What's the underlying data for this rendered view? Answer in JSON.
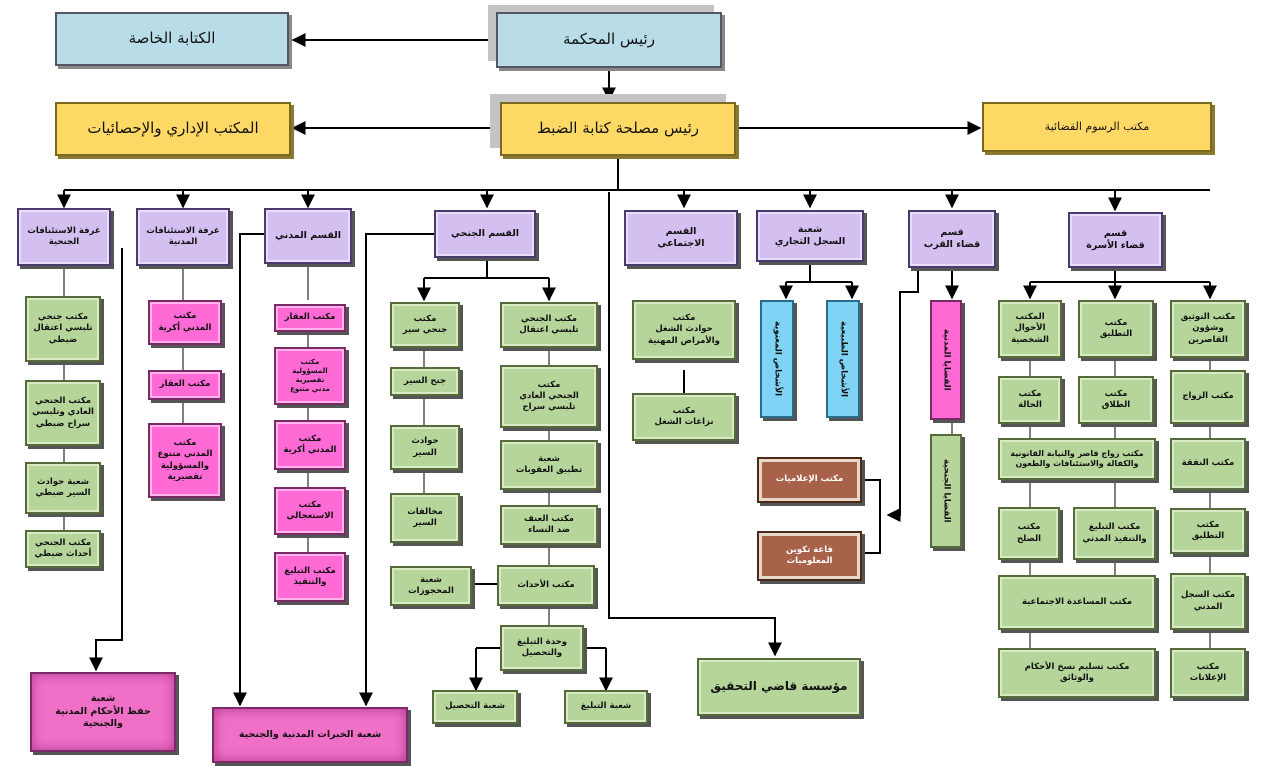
{
  "top": {
    "president": "رئيس المحكمة",
    "private_office": "الكتابة الخاصة",
    "registry_head": "رئيس مصلحة كتابة الضبط",
    "admin_office": "المكتب الإداري والإحصائيات",
    "fees_office": "مكتب الرسوم القضائية"
  },
  "family": {
    "title": "قسم\nقضاء الأسرة",
    "docs": "مكتب التوثيق\nوشؤون\nالقاصرين",
    "divorce": "مكتب\nالتطليق",
    "status": "المكتب\nالأحوال\nالشخصية",
    "marriage": "مكتب الزواج",
    "alimony": "مكتب النفقة",
    "tatliq2": "مكتب\nالتطليق",
    "civil_reg": "مكتب السجل\nالمدني",
    "notices": "مكتب\nالإعلانات",
    "talaq": "مكتب\nالطلاق",
    "civil_status": "مكتب\nالحالة",
    "minors": "مكتب زواج قاصر والنيابة القانونية\nوالكفالة والاستئنافات والطعون",
    "exec": "مكتب التبليغ\nوالتنفيذ المدني",
    "sulh": "مكتب\nالصلح",
    "social": "مكتب المساعدة الاجتماعية",
    "copies": "مكتب تسليم نسخ الأحكام\nوالوثائق"
  },
  "proximity": {
    "title": "قسم\nقضاء القرب",
    "civil": "القضايا المدنية",
    "criminal": "القضايا الجنحية"
  },
  "commercial": {
    "title": "شعبة\nالسجل التجاري",
    "natural": "الأشخاص الطبيعية",
    "legal": "الأشخاص المعنوية"
  },
  "social": {
    "title": "القسم\nالاجتماعي",
    "accidents": "مكتب\nحوادث الشغل\nوالأمراض المهنية",
    "disputes": "مكتب\nنزاعات الشغل"
  },
  "info": {
    "notices": "مكتب الإعلاميات",
    "room": "قاعة تكوين\nالمعلوميات"
  },
  "investigation": "مؤسسة قاضي التحقيق",
  "criminal": {
    "title": "القسم الجنحي",
    "detention": "مكتب الجنحي\nتلبسي اعتقال",
    "ordinary": "مكتب\nالجنحي العادي\nتلبسي سراح",
    "sanctions": "شعبة\nتطبيق العقوبات",
    "violence": "مكتب العنف\nضد النساء",
    "juvenile": "مكتب الأحداث",
    "seized": "شعبة\nالمحجوزات",
    "notify_unit": "وحدة التبليغ\nوالتحصيل",
    "collection": "شعبة التحصيل",
    "notification": "شعبة التبليغ",
    "traffic": "مكتب\nجنحي سير",
    "traffic_offenses": "جنح السير",
    "accidents": "حوادث\nالسير",
    "violations": "مخالفات\nالسير"
  },
  "civil": {
    "title": "القسم المدني",
    "realestate": "مكتب العقار",
    "various": "مكتب\nالمسؤولية تقصيرية\nمدني متنوع",
    "rent": "مكتب\nالمدني أكرية",
    "urgent": "مكتب\nالاستعجالي",
    "exec": "مكتب التبليغ\nوالتنفيذ"
  },
  "civil_appeals": {
    "title": "غرفة الاستئنافات\nالمدنية",
    "rent": "مكتب\nالمدني أكرية",
    "realestate": "مكتب العقار",
    "various": "مكتب\nالمدني متنوع\nوالمسؤولية\nتقصيرية"
  },
  "criminal_appeals": {
    "title": "غرفة الاستئنافات\nالجنحية",
    "detention": "مكتب جنحي\nتلبسي اعتقال\nضبطي",
    "ordinary": "مكتب الجنحي\nالعادي وتلبسي\nسراح ضبطي",
    "traffic": "شعبة حوادث\nالسير ضبطي",
    "juvenile": "مكتب الجنحي\nأحداث ضبطي"
  },
  "archive": "شعبة\nحفظ الأحكام المدنية\nوالجنحية",
  "expertise": "شعبة الخبرات المدنية والجنحية",
  "colors": {
    "blue": "#b8dde8",
    "gold": "#ffd966",
    "purple": "#d3bff0",
    "green": "#b5d59a",
    "pink": "#ff6ad5",
    "brown": "#a8624a",
    "cyan": "#7fd4f5"
  }
}
